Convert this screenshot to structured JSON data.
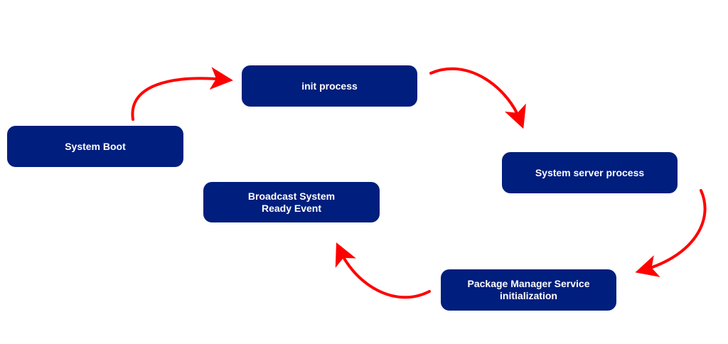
{
  "diagram": {
    "nodes": {
      "system_boot": "System Boot",
      "init_process": "init process",
      "system_server": "System server process",
      "package_manager": "Package Manager Service\ninitialization",
      "broadcast_ready": "Broadcast System\nReady Event"
    },
    "colors": {
      "node_fill": "#001e7d",
      "node_text": "#ffffff",
      "arrow": "#ff0000",
      "background": "#ffffff"
    }
  }
}
